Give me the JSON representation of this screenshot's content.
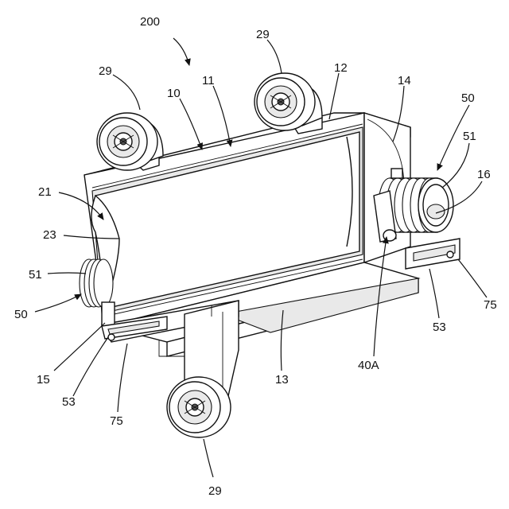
{
  "figure": {
    "labels": {
      "assembly": "200",
      "wheel_top_left": "29",
      "wheel_top_mid": "29",
      "wheel_bottom": "29",
      "frame_top_1": "10",
      "frame_top_2": "11",
      "frame_edge": "12",
      "side_wall": "14",
      "spring_right": "50",
      "coil_right": "51",
      "shaft_end": "16",
      "end_cap": "21",
      "panel": "23",
      "coil_left": "51",
      "spring_left": "50",
      "base_edge": "15",
      "bracket_left": "53",
      "rail_left": "75",
      "bottom_ledge": "13",
      "clip": "40A",
      "bracket_right": "53",
      "rail_right": "75"
    }
  }
}
